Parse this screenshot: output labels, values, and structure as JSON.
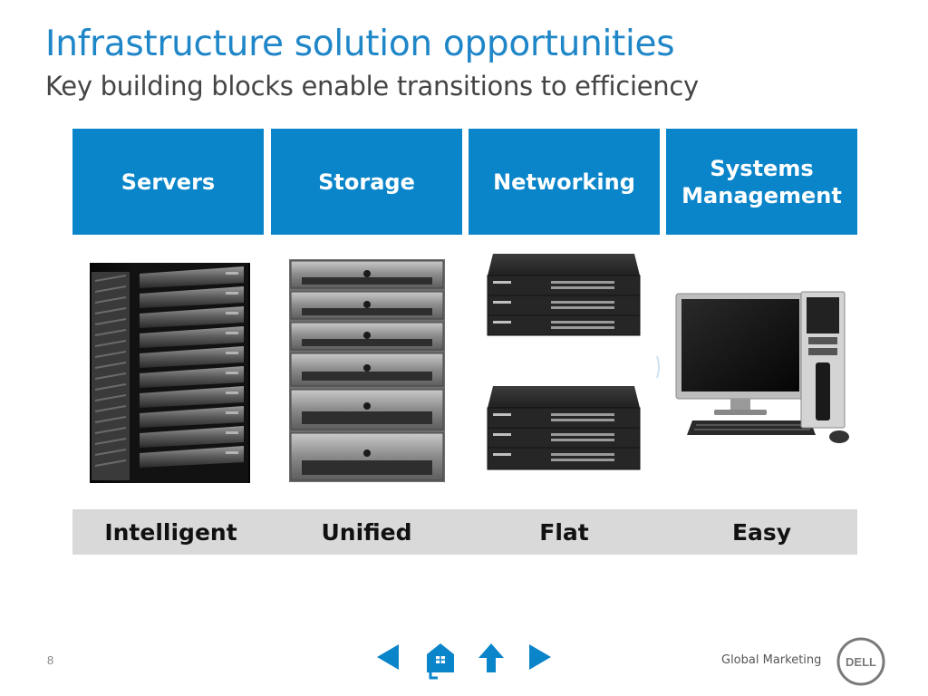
{
  "slide": {
    "title": "Infrastructure solution opportunities",
    "subtitle": "Key building blocks enable transitions to efficiency"
  },
  "categories": [
    {
      "label_lines": [
        "Servers"
      ]
    },
    {
      "label_lines": [
        "Storage"
      ]
    },
    {
      "label_lines": [
        "Networking"
      ]
    },
    {
      "label_lines": [
        "Systems",
        "Management"
      ]
    }
  ],
  "attributes": [
    "Intelligent",
    "Unified",
    "Flat",
    "Easy"
  ],
  "images": [
    "server-rack-image",
    "storage-array-image",
    "network-switches-image",
    "desktop-computer-image"
  ],
  "footer": {
    "page_number": "8",
    "department": "Global Marketing",
    "logo_text": "DELL"
  },
  "nav_icons": [
    "prev-arrow-icon",
    "home-icon",
    "up-arrow-icon",
    "next-arrow-icon"
  ],
  "colors": {
    "title": "#1f86c8",
    "tile": "#0a85c9",
    "attribute_bar": "#d9d9d9",
    "nav": "#0a85c9"
  }
}
